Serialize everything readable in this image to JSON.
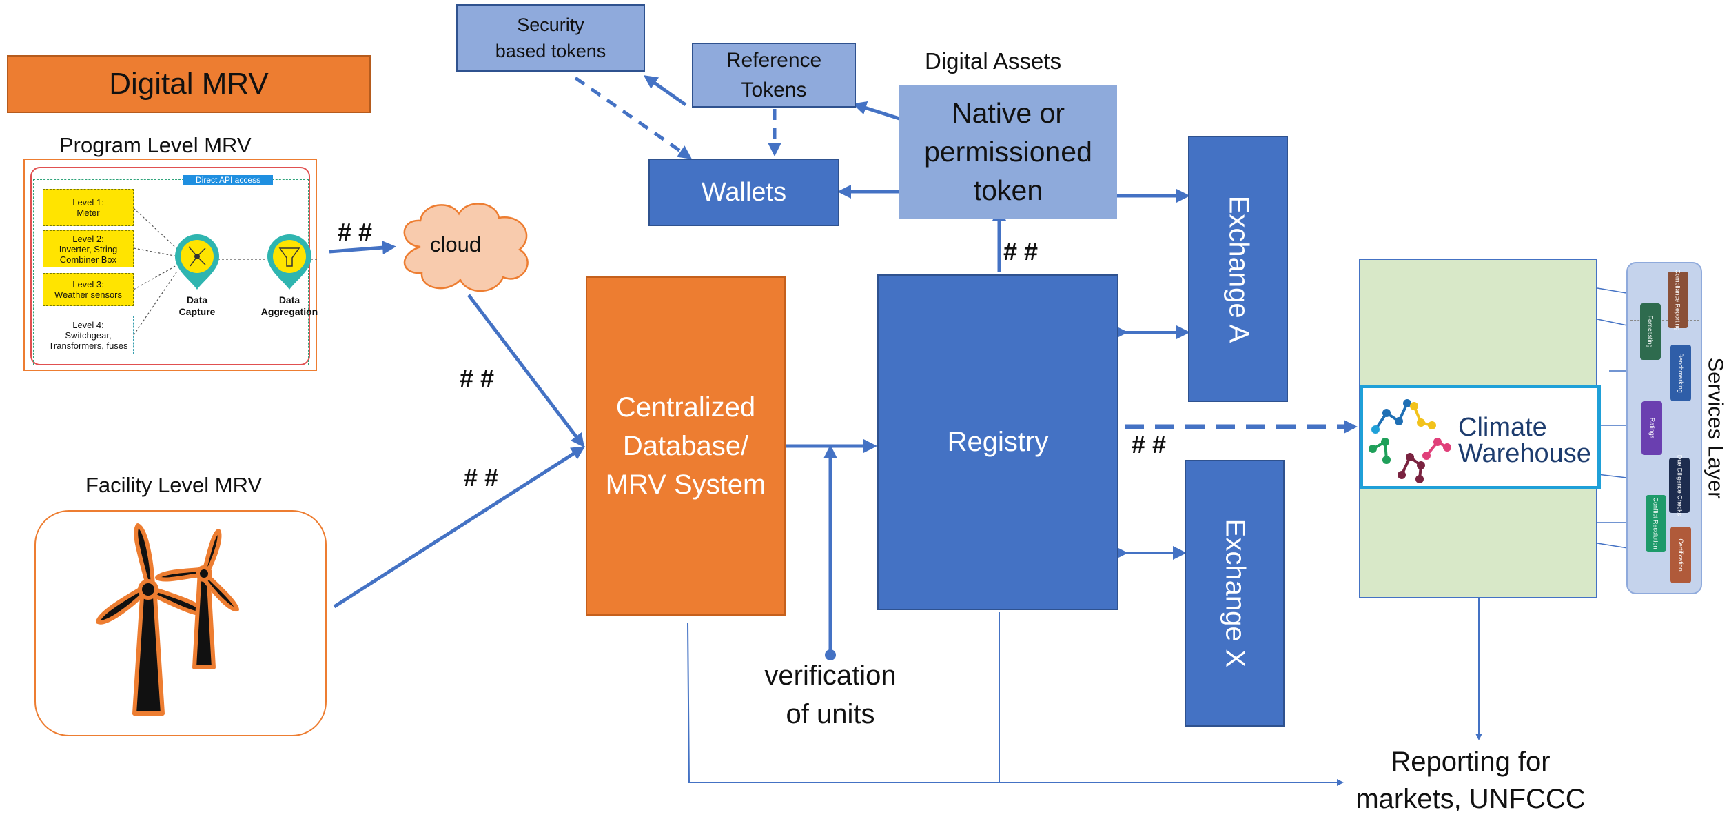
{
  "title": "Digital MRV",
  "program_mrv": {
    "heading": "Program Level MRV",
    "api_label": "Direct API access",
    "levels": [
      "Level 1:\nMeter",
      "Level 2:\nInverter, String\nCombiner Box",
      "Level 3:\nWeather sensors",
      "Level 4:\nSwitchgear,\nTransformers, fuses"
    ],
    "capture_label": "Data\nCapture",
    "aggregation_label": "Data\nAggregation"
  },
  "facility_mrv": {
    "heading": "Facility Level MRV",
    "icon": "wind-turbine-icon"
  },
  "cloud_label": "cloud",
  "hash_marks": "# #",
  "centralized_db": "Centralized\nDatabase/\nMRV System",
  "registry": "Registry",
  "digital_assets": {
    "heading": "Digital Assets",
    "token": "Native or\npermissioned\ntoken",
    "wallets": "Wallets",
    "reference_tokens": "Reference\nTokens",
    "security_tokens": "Security\nbased tokens"
  },
  "exchange_a": "Exchange A",
  "exchange_x": "Exchange X",
  "verification": "verification\nof units",
  "climate_warehouse": {
    "line1": "Climate",
    "line2": "Warehouse"
  },
  "services_layer": {
    "label": "Services Layer",
    "items": [
      "Compliance Reporting",
      "Forecasting",
      "Benchmarking",
      "Ratings",
      "Due Diligence Checks",
      "Conflict Resolution",
      "Certification"
    ]
  },
  "reporting": "Reporting for\nmarkets, UNFCCC",
  "colors": {
    "orange": "#ed7d31",
    "blue": "#4472c4",
    "light_blue": "#8faadc",
    "token_blue": "#8eaadb",
    "green": "#d8e8c8",
    "cyan": "#1fa0d8"
  }
}
